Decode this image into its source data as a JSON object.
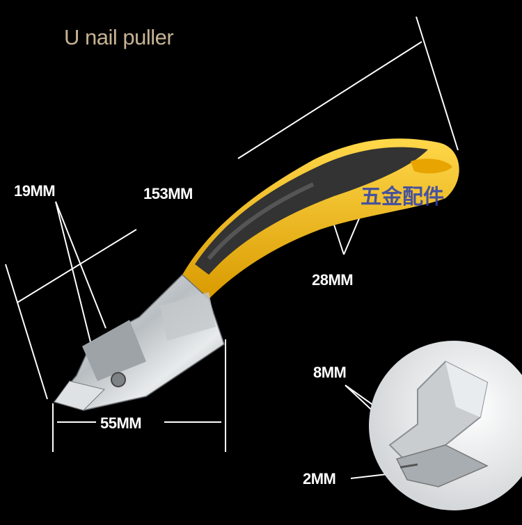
{
  "title": "U nail puller",
  "watermark": "五金配件",
  "dimensions": {
    "width_jaw": "19MM",
    "length_total": "153MM",
    "handle_width": "28MM",
    "head_length": "55MM",
    "tip_width": "8MM",
    "tip_thickness": "2MM"
  },
  "colors": {
    "background": "#000000",
    "handle_yellow": "#f2b90e",
    "handle_grip": "#3a3a3a",
    "metal": "#cfd3d6",
    "title": "#c7b394",
    "watermark": "#2a3fb0"
  }
}
